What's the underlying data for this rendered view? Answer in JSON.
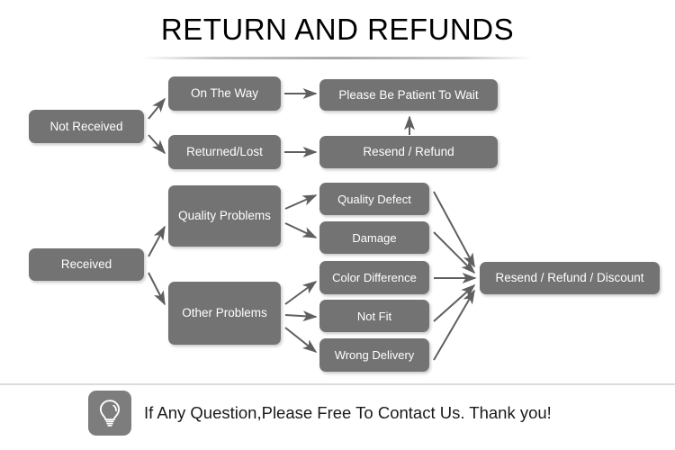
{
  "header": {
    "title": "RETURN AND REFUNDS"
  },
  "diagram": {
    "type": "flowchart",
    "nodes": {
      "not_received": "Not Received",
      "on_the_way": "On The Way",
      "returned_lost": "Returned/Lost",
      "please_wait": "Please Be Patient To Wait",
      "resend_refund": "Resend / Refund",
      "received": "Received",
      "quality_problems": "Quality Problems",
      "other_problems": "Other Problems",
      "quality_defect": "Quality Defect",
      "damage": "Damage",
      "color_difference": "Color Difference",
      "not_fit": "Not Fit",
      "wrong_delivery": "Wrong Delivery",
      "resend_refund_discount": "Resend / Refund / Discount"
    },
    "edges": [
      {
        "from": "not_received",
        "to": "on_the_way"
      },
      {
        "from": "not_received",
        "to": "returned_lost"
      },
      {
        "from": "on_the_way",
        "to": "please_wait"
      },
      {
        "from": "returned_lost",
        "to": "resend_refund"
      },
      {
        "from": "resend_refund",
        "to": "please_wait"
      },
      {
        "from": "received",
        "to": "quality_problems"
      },
      {
        "from": "received",
        "to": "other_problems"
      },
      {
        "from": "quality_problems",
        "to": "quality_defect"
      },
      {
        "from": "quality_problems",
        "to": "damage"
      },
      {
        "from": "other_problems",
        "to": "color_difference"
      },
      {
        "from": "other_problems",
        "to": "not_fit"
      },
      {
        "from": "other_problems",
        "to": "wrong_delivery"
      },
      {
        "from": "quality_defect",
        "to": "resend_refund_discount"
      },
      {
        "from": "damage",
        "to": "resend_refund_discount"
      },
      {
        "from": "color_difference",
        "to": "resend_refund_discount"
      },
      {
        "from": "not_fit",
        "to": "resend_refund_discount"
      },
      {
        "from": "wrong_delivery",
        "to": "resend_refund_discount"
      }
    ],
    "colors": {
      "node_fill": "#737373",
      "node_text": "#ffffff",
      "arrow": "#5f5f5f",
      "background": "#ffffff"
    }
  },
  "footer": {
    "icon": "lightbulb-icon",
    "message": "If Any Question,Please Free To Contact Us. Thank you!"
  }
}
